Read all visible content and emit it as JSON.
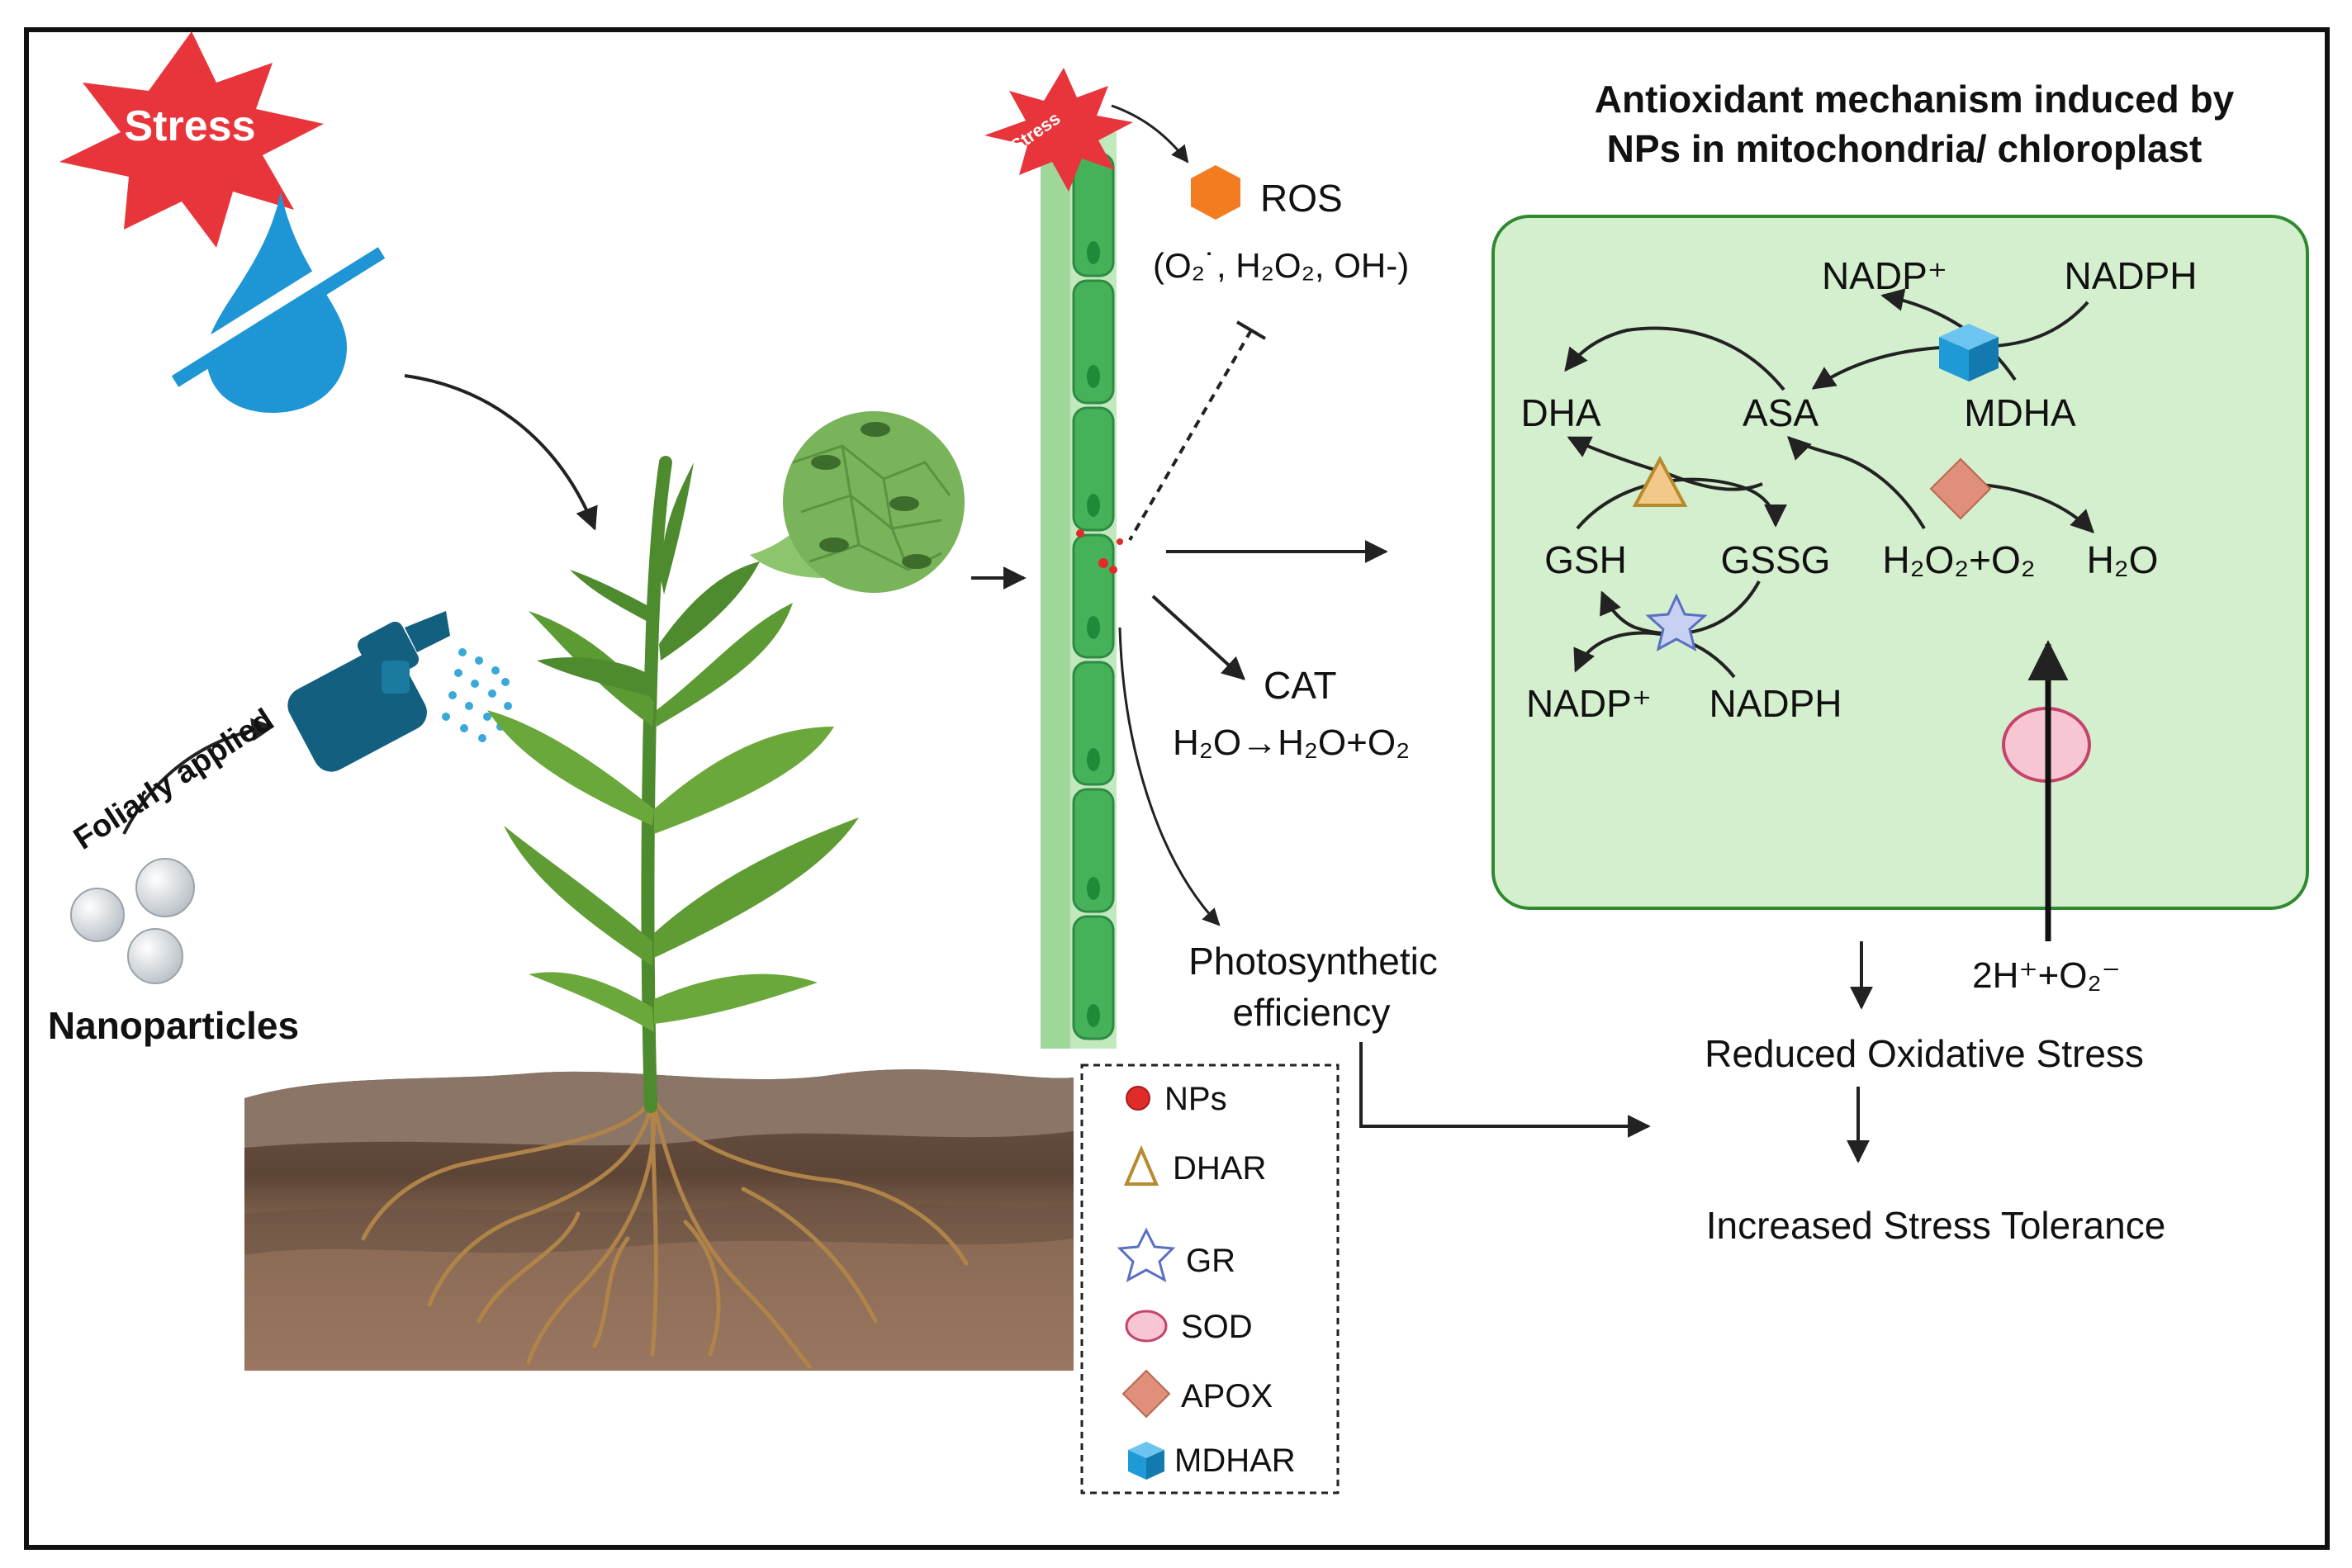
{
  "stress_badge": {
    "label": "Stress",
    "color": "#e8353b"
  },
  "small_stress_badge": {
    "label": "Stress"
  },
  "foliar_label": "Foliarly applied",
  "nanoparticles_label": "Nanoparticles",
  "ros": {
    "label": "ROS",
    "species": "(O₂˙, H₂O₂, OH-)",
    "color": "#f47c20"
  },
  "cat": {
    "label": "CAT",
    "reaction": "H₂O→H₂O+O₂"
  },
  "photosynthetic": {
    "line1": "Photosynthetic",
    "line2": "efficiency"
  },
  "antioxidant_title": {
    "line1": "Antioxidant mechanism induced by",
    "line2": "NPs in mitochondria/ chloroplast"
  },
  "box_color": "#d4efce",
  "cycle": {
    "nadp_top": "NADP⁺",
    "nadph_top": "NADPH",
    "dha": "DHA",
    "asa": "ASA",
    "mdha": "MDHA",
    "gsh": "GSH",
    "gssg": "GSSG",
    "h2o2_o2": "H₂O₂+O₂",
    "h2o": "H₂O",
    "nadp_bottom": "NADP⁺",
    "nadph_bottom": "NADPH"
  },
  "superoxide_label": "2H⁺+O₂⁻",
  "outcomes": {
    "reduced": "Reduced Oxidative Stress",
    "increased": "Increased Stress Tolerance"
  },
  "legend": [
    {
      "label": "NPs",
      "icon": "red-dot-icon",
      "color": "#e02b2b"
    },
    {
      "label": "DHAR",
      "icon": "triangle-icon",
      "color": "#d9a441"
    },
    {
      "label": "GR",
      "icon": "star-icon",
      "color": "#8a9ad8"
    },
    {
      "label": "SOD",
      "icon": "ellipse-icon",
      "color": "#f7c6d2"
    },
    {
      "label": "APOX",
      "icon": "diamond-icon",
      "color": "#e0907a"
    },
    {
      "label": "MDHAR",
      "icon": "cube-icon",
      "color": "#1e9ad6"
    }
  ]
}
